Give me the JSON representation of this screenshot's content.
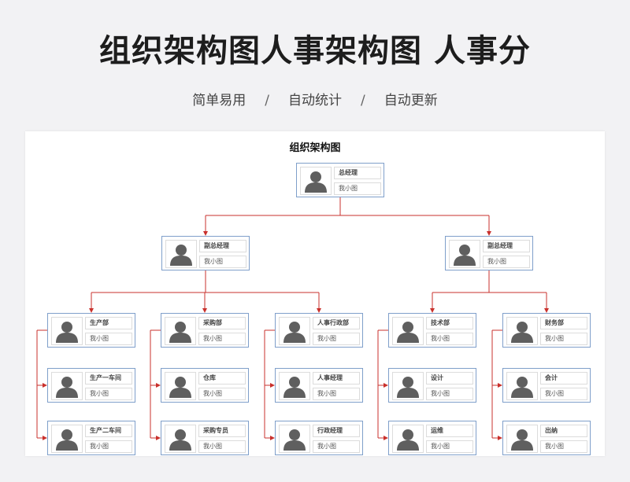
{
  "header": {
    "title": "组织架构图人事架构图 人事分",
    "features": [
      "简单易用",
      "自动统计",
      "自动更新"
    ],
    "separator": "/"
  },
  "chart": {
    "title": "组织架构图",
    "line_color": "#c9302c",
    "card_border_color": "#7f9fca",
    "avatar_icon": "person-silhouette-icon",
    "nodes": [
      {
        "id": "gm",
        "role": "总经理",
        "name": "我小图"
      },
      {
        "id": "vp1",
        "role": "副总经理",
        "name": "我小图"
      },
      {
        "id": "vp2",
        "role": "副总经理",
        "name": "我小图"
      },
      {
        "id": "prod",
        "role": "生产部",
        "name": "我小图"
      },
      {
        "id": "purch",
        "role": "采购部",
        "name": "我小图"
      },
      {
        "id": "hradmin",
        "role": "人事行政部",
        "name": "我小图"
      },
      {
        "id": "tech",
        "role": "技术部",
        "name": "我小图"
      },
      {
        "id": "fin",
        "role": "财务部",
        "name": "我小图"
      },
      {
        "id": "ws1",
        "role": "生产一车间",
        "name": "我小图"
      },
      {
        "id": "wh",
        "role": "仓库",
        "name": "我小图"
      },
      {
        "id": "hrm",
        "role": "人事经理",
        "name": "我小图"
      },
      {
        "id": "design",
        "role": "设计",
        "name": "我小图"
      },
      {
        "id": "acct",
        "role": "会计",
        "name": "我小图"
      },
      {
        "id": "ws2",
        "role": "生产二车间",
        "name": "我小图"
      },
      {
        "id": "buyer",
        "role": "采购专员",
        "name": "我小图"
      },
      {
        "id": "adminm",
        "role": "行政经理",
        "name": "我小图"
      },
      {
        "id": "ops",
        "role": "运维",
        "name": "我小图"
      },
      {
        "id": "cashier",
        "role": "出纳",
        "name": "我小图"
      }
    ],
    "edges": [
      [
        "gm",
        "vp1"
      ],
      [
        "gm",
        "vp2"
      ],
      [
        "vp1",
        "prod"
      ],
      [
        "vp1",
        "purch"
      ],
      [
        "vp1",
        "hradmin"
      ],
      [
        "vp2",
        "tech"
      ],
      [
        "vp2",
        "fin"
      ],
      [
        "prod",
        "ws1"
      ],
      [
        "prod",
        "ws2"
      ],
      [
        "purch",
        "wh"
      ],
      [
        "purch",
        "buyer"
      ],
      [
        "hradmin",
        "hrm"
      ],
      [
        "hradmin",
        "adminm"
      ],
      [
        "tech",
        "design"
      ],
      [
        "tech",
        "ops"
      ],
      [
        "fin",
        "acct"
      ],
      [
        "fin",
        "cashier"
      ]
    ]
  }
}
